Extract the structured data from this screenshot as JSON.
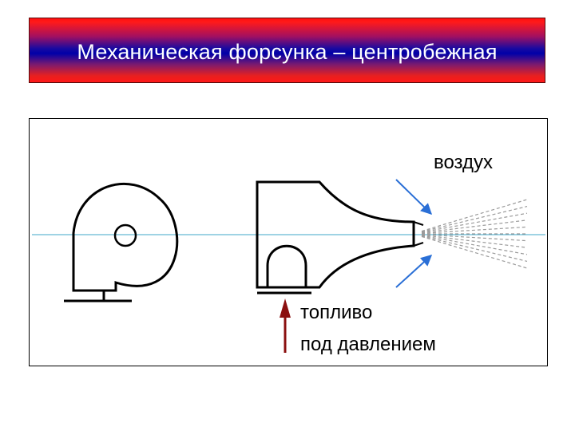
{
  "title": "Механическая форсунка – центробежная",
  "labels": {
    "air": "воздух",
    "fuel_line1": "топливо",
    "fuel_line2": "под  давлением"
  },
  "colors": {
    "title_text": "#ffffff",
    "axis_line": "#3fa7c8",
    "air_arrow": "#2a6fd6",
    "fuel_arrow": "#8b1010",
    "spray": "#9a9a9a"
  }
}
